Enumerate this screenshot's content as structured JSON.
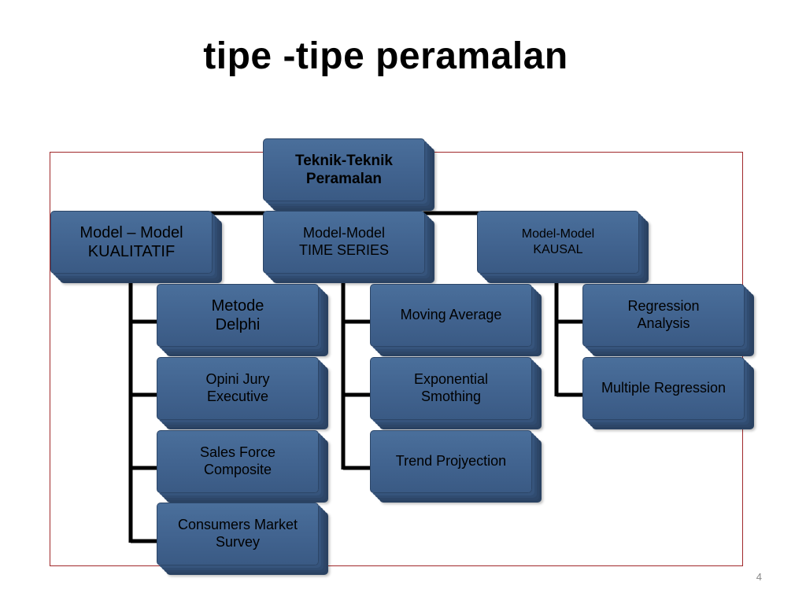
{
  "slide": {
    "title": "tipe -tipe peramalan",
    "page_number": "4"
  },
  "diagram": {
    "root": {
      "line1": "Teknik-Teknik",
      "line2": "Peramalan"
    },
    "categories": {
      "qualitative": {
        "line1": "Model – Model",
        "line2": "KUALITATIF"
      },
      "time_series": {
        "line1": "Model-Model",
        "line2": "TIME SERIES"
      },
      "causal": {
        "line1": "Model-Model",
        "line2": "KAUSAL"
      }
    },
    "qualitative_methods": [
      {
        "line1": "Metode",
        "line2": "Delphi"
      },
      {
        "line1": "Opini Jury",
        "line2": "Executive"
      },
      {
        "line1": "Sales Force",
        "line2": "Composite"
      },
      {
        "line1": "Consumers Market",
        "line2": "Survey"
      }
    ],
    "time_series_methods": [
      {
        "line1": "Moving Average",
        "line2": ""
      },
      {
        "line1": "Exponential",
        "line2": "Smothing"
      },
      {
        "line1": "Trend Projyection",
        "line2": ""
      }
    ],
    "causal_methods": [
      {
        "line1": "Regression",
        "line2": "Analysis"
      },
      {
        "line1": "Multiple Regression",
        "line2": ""
      }
    ],
    "colors": {
      "box_fill": "#41638f",
      "box_border": "#2c4668",
      "connector": "#000000",
      "frame_border": "#a0282a"
    }
  }
}
